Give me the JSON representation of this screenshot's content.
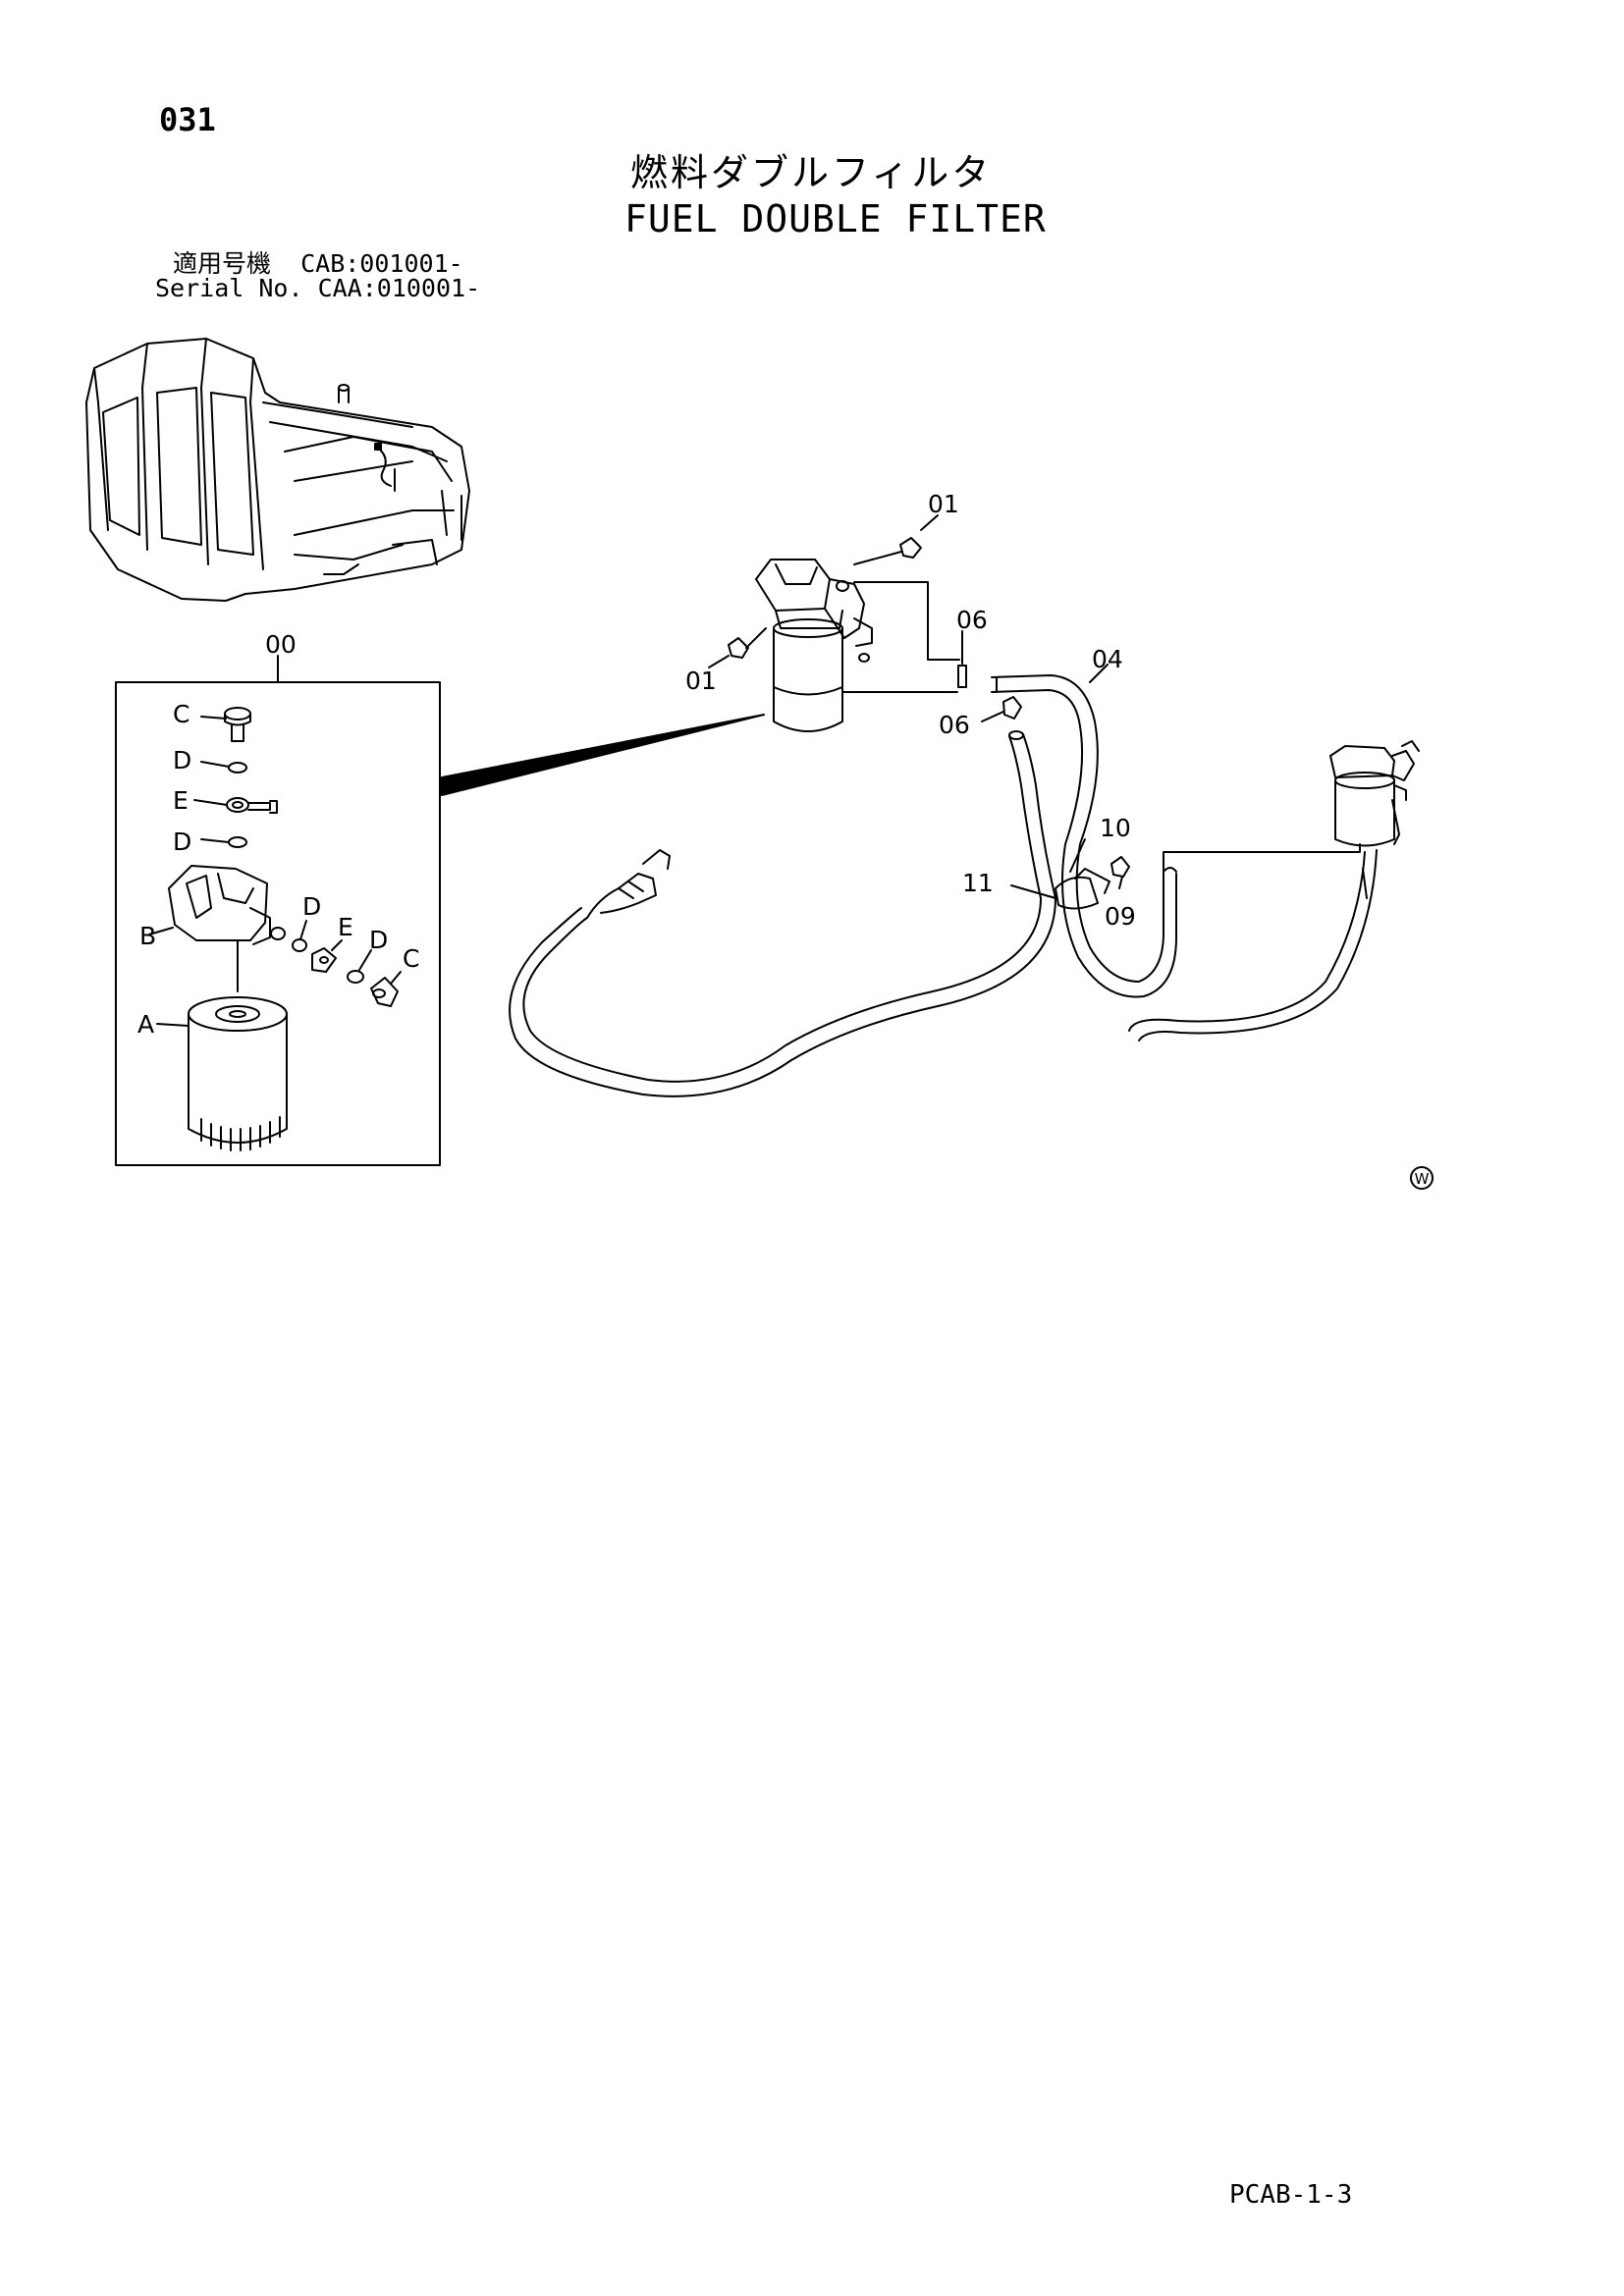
{
  "page": {
    "number": "031",
    "title_jp": "燃料ダブルフィルタ",
    "title_en": "FUEL DOUBLE FILTER",
    "serial_line_1": "適用号機  CAB:001001-",
    "serial_line_2": "Serial No. CAA:010001-",
    "footer_code": "PCAB-1-3",
    "mark": "W"
  },
  "labels": {
    "assembly": "00",
    "bolt_top": "01",
    "bolt_left": "01",
    "fitting_upper": "06",
    "fitting_lower": "06",
    "hose": "04",
    "clamp": "10",
    "band": "11",
    "bolt_clamp": "09",
    "parts": {
      "A": "A",
      "B": "B",
      "C1": "C",
      "C2": "C",
      "D1": "D",
      "D2": "D",
      "D3": "D",
      "D4": "D",
      "E1": "E",
      "E2": "E"
    }
  }
}
